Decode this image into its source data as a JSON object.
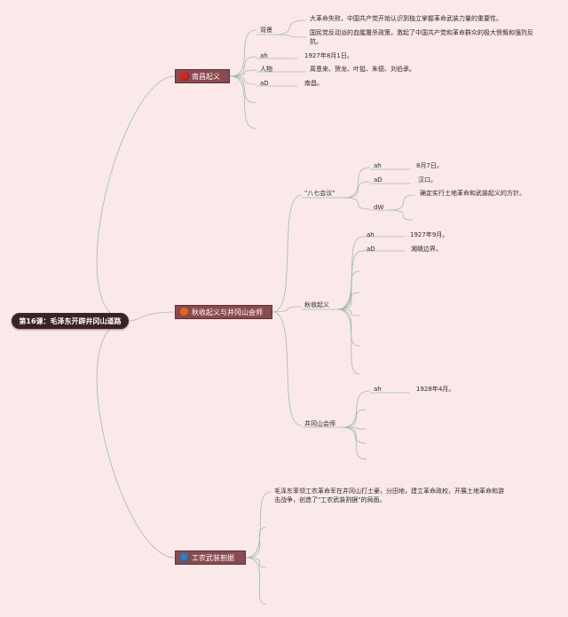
{
  "root": {
    "title": "第16课：毛泽东开辟井冈山道路"
  },
  "colors": {
    "background": "#fbe9ea",
    "line": "#9cbfa8",
    "dot_red": "#d4281f",
    "dot_orange": "#e2681e",
    "dot_blue": "#2e7fc9"
  },
  "topics": {
    "nanchang": {
      "title": "南昌起义",
      "bg_label": "背景",
      "bg_items": [
        "大革命失败，中国共产党开始认识到独立掌握革命武装力量的重要性。",
        "国民党反动派的血腥屠杀政策，激起了中国共产党和革命群众的极大愤慨和强烈反抗。"
      ],
      "time_label": "ah",
      "time_value": "1927年8月1日。",
      "people_label": "人物",
      "people_value": "周恩来、贺龙、叶挺、朱德、刘伯承。",
      "place_label": "aD",
      "place_value": "南昌。"
    },
    "autumn": {
      "title": "秋收起义与井冈山会师",
      "meeting": {
        "title": "\"八七会议\"",
        "time_label": "ah",
        "time_value": "8月7日。",
        "place_label": "aD",
        "place_value": "汉口。",
        "content_label": "dW",
        "content_value": "确定实行土地革命和武装起义的方针。"
      },
      "uprising": {
        "title": "秋收起义",
        "time_label": "ah",
        "time_value": "1927年9月。",
        "place_label": "aD",
        "place_value": "湘赣边界。"
      },
      "joining": {
        "title": "井冈山会师",
        "time_label": "ah",
        "time_value": "1928年4月。"
      }
    },
    "base": {
      "title": "工农武装割据",
      "description": "毛泽东率领工农革命军在井冈山打土豪，分田地，建立革命政权，开展土地革命和游击战争，创造了\"工农武装割据\"的局面。"
    }
  }
}
